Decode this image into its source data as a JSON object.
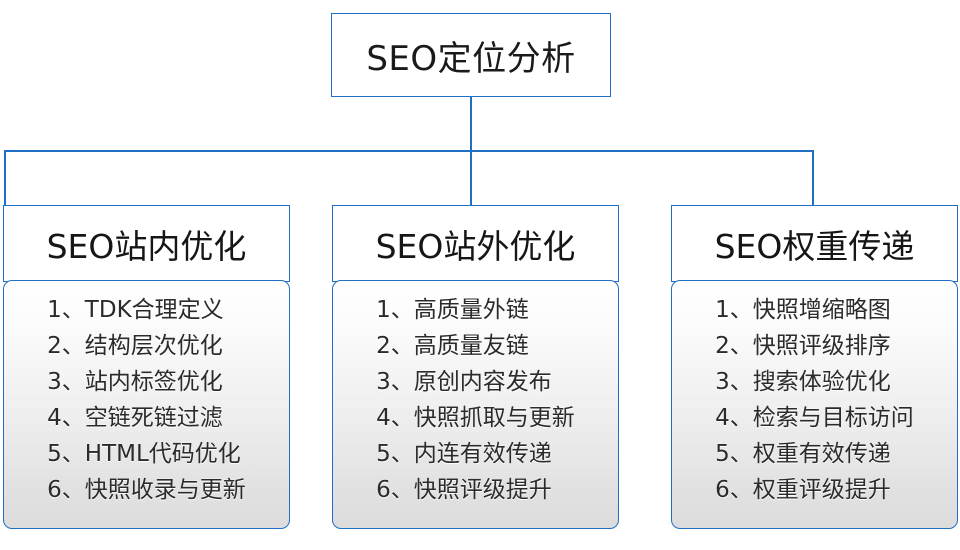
{
  "diagram": {
    "type": "organizational-tree",
    "root": {
      "label": "SEO定位分析"
    },
    "colors": {
      "border": "#1f6fc4",
      "connector": "#1f6fc4",
      "header_background": "#ffffff",
      "body_gradient_top": "#ffffff",
      "body_gradient_bottom": "#dcdcdc",
      "text": "#1a1a1a"
    },
    "branches": [
      {
        "header": "SEO站内优化",
        "items": [
          "1、TDK合理定义",
          "2、结构层次优化",
          "3、站内标签优化",
          "4、空链死链过滤",
          "5、HTML代码优化",
          "6、快照收录与更新"
        ]
      },
      {
        "header": "SEO站外优化",
        "items": [
          "1、高质量外链",
          "2、高质量友链",
          "3、原创内容发布",
          "4、快照抓取与更新",
          "5、内连有效传递",
          "6、快照评级提升"
        ]
      },
      {
        "header": "SEO权重传递",
        "items": [
          "1、快照增缩略图",
          "2、快照评级排序",
          "3、搜索体验优化",
          "4、检索与目标访问",
          "5、权重有效传递",
          "6、权重评级提升"
        ]
      }
    ]
  }
}
